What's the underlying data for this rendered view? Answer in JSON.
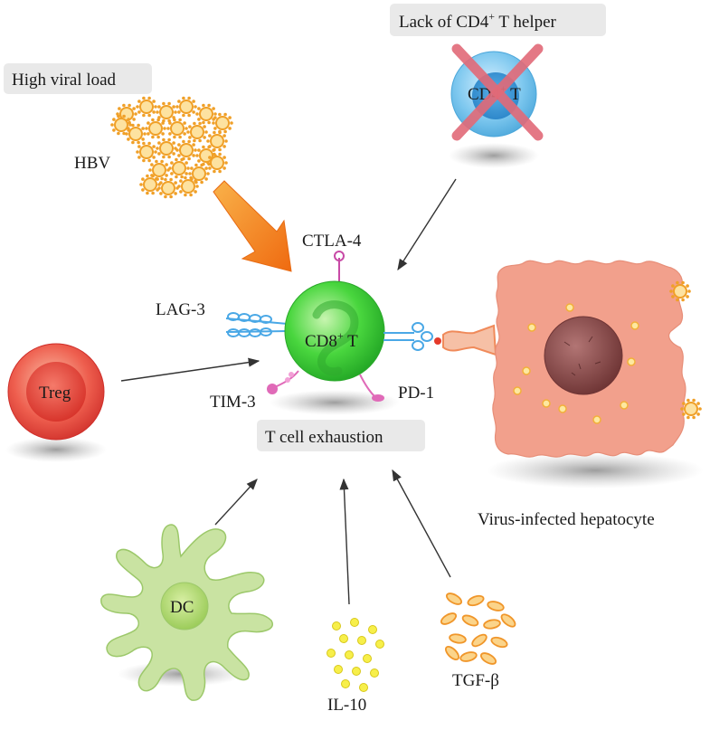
{
  "labels": {
    "cd4_box_pre": "Lack of CD4",
    "cd4_box_sup": "+",
    "cd4_box_post": " T helper",
    "viral_load_box": "High viral load",
    "hbv": "HBV",
    "cd4_cell_pre": "CD4",
    "cd4_cell_sup": "+",
    "cd4_cell_post": " T",
    "ctla4": "CTLA-4",
    "lag3": "LAG-3",
    "cd8_cell_pre": "CD8",
    "cd8_cell_sup": "+",
    "cd8_cell_post": "  T",
    "tim3": "TIM-3",
    "pd1": "PD-1",
    "treg": "Treg",
    "exhaustion_box": "T cell exhaustion",
    "hepatocyte": "Virus-infected hepatocyte",
    "dc": "DC",
    "il10": "IL-10",
    "tgfb": "TGF-β"
  },
  "colors": {
    "cd8_cell": "#3fcf3f",
    "cd4_cell": "#6fc3ee",
    "treg_cell": "#e8463c",
    "dc_cell": "#b8d98c",
    "hepatocyte": "#f2a08c",
    "nucleus": "#8c4a48",
    "virus": "#f4a93a",
    "big_arrow": "#f27a18",
    "red_cross": "#e26a78",
    "il10": "#f2ea2a",
    "tgfb": "#f5a23a",
    "receptor_blue": "#4aa8e6",
    "receptor_pink": "#e06ab8",
    "label_box": "#e9e9e9"
  }
}
